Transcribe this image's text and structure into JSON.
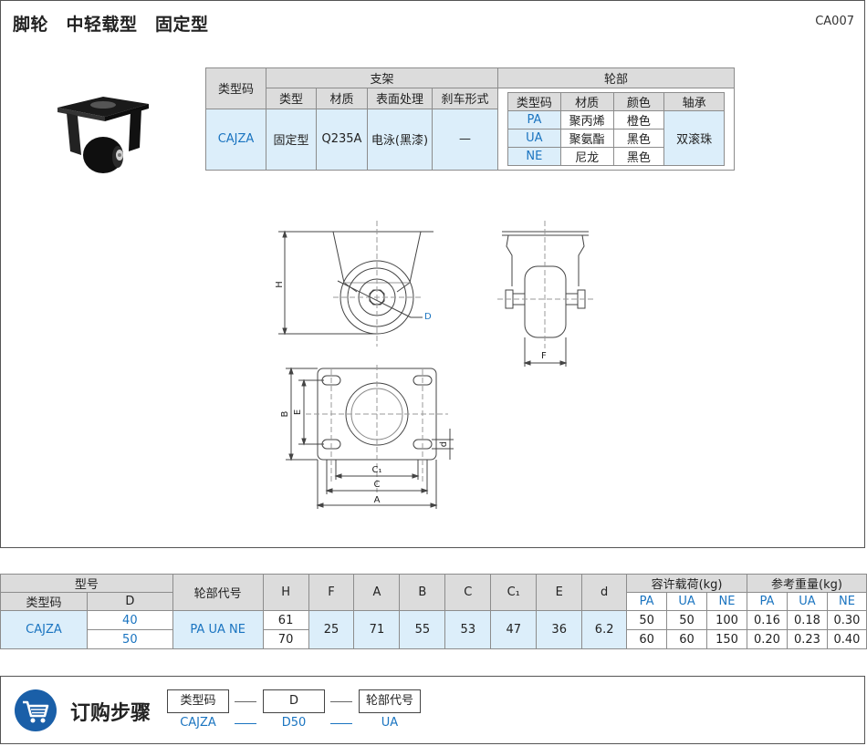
{
  "header": {
    "title": "脚轮　中轻载型　固定型",
    "code": "CA007"
  },
  "spec1": {
    "h_type_code": "类型码",
    "h_bracket": "支架",
    "h_wheel": "轮部",
    "h_type": "类型",
    "h_material": "材质",
    "h_surface": "表面处理",
    "h_brake": "刹车形式",
    "type_code": "CAJZA",
    "type": "固定型",
    "material": "Q235A",
    "surface": "电泳(黑漆)",
    "brake": "—",
    "wheel_headers": [
      "类型码",
      "材质",
      "颜色",
      "轴承"
    ],
    "wheel_rows": [
      {
        "code": "PA",
        "material": "聚丙烯",
        "color": "橙色"
      },
      {
        "code": "UA",
        "material": "聚氨酯",
        "color": "黑色"
      },
      {
        "code": "NE",
        "material": "尼龙",
        "color": "黑色"
      }
    ],
    "bearing": "双滚珠"
  },
  "drawing": {
    "H": "H",
    "D": "D",
    "F": "F",
    "B": "B",
    "E": "E",
    "d": "d",
    "C1": "C₁",
    "C": "C",
    "A": "A"
  },
  "spec2": {
    "h_model": "型号",
    "h_type_code": "类型码",
    "h_D": "D",
    "h_wheel_code": "轮部代号",
    "dims": [
      "H",
      "F",
      "A",
      "B",
      "C",
      "C₁",
      "E",
      "d"
    ],
    "h_load": "容许载荷(kg)",
    "h_weight": "参考重量(kg)",
    "sub": [
      "PA",
      "UA",
      "NE"
    ],
    "type_code": "CAJZA",
    "wheel_codes": "PA  UA  NE",
    "F": "25",
    "A": "71",
    "B": "55",
    "C": "53",
    "C1": "47",
    "E": "36",
    "d": "6.2",
    "rows": [
      {
        "D": "40",
        "H": "61",
        "load": [
          "50",
          "50",
          "100"
        ],
        "weight": [
          "0.16",
          "0.18",
          "0.30"
        ]
      },
      {
        "D": "50",
        "H": "70",
        "load": [
          "60",
          "60",
          "150"
        ],
        "weight": [
          "0.20",
          "0.23",
          "0.40"
        ]
      }
    ]
  },
  "order": {
    "title": "订购步骤",
    "labels": [
      "类型码",
      "D",
      "轮部代号"
    ],
    "values": [
      "CAJZA",
      "D50",
      "UA"
    ],
    "icon": "cart-icon",
    "icon_color": "#1a5fa8"
  }
}
